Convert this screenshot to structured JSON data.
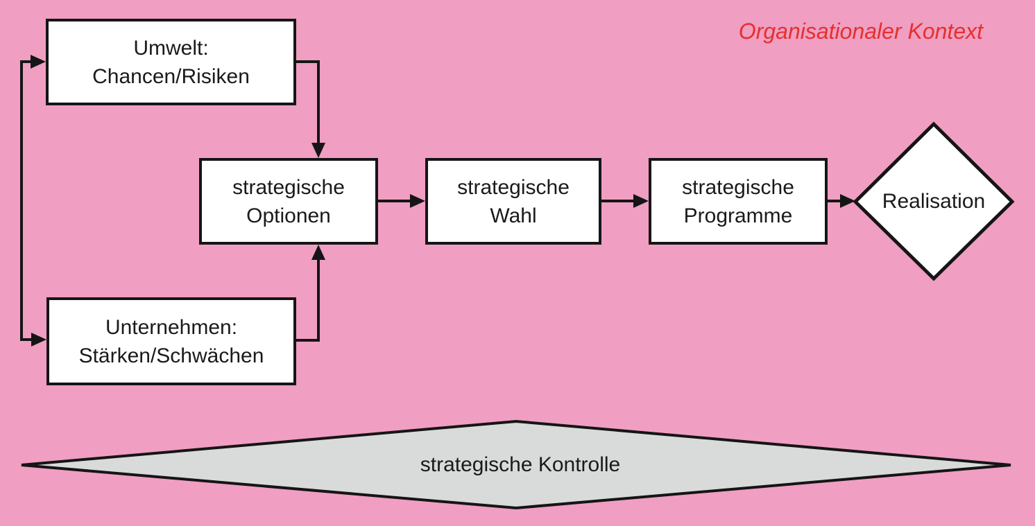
{
  "title": {
    "text": "Organisationaler Kontext"
  },
  "colors": {
    "background": "#f09ec2",
    "box_fill": "#ffffff",
    "line": "#151515",
    "text": "#1a1a1a",
    "accent_red": "#e5302e",
    "kontrolle_fill": "#d9dada"
  },
  "nodes": {
    "umwelt": {
      "line1": "Umwelt:",
      "line2": "Chancen/Risiken"
    },
    "unternehmen": {
      "line1": "Unternehmen:",
      "line2": "Stärken/Schwächen"
    },
    "optionen": {
      "line1": "strategische",
      "line2": "Optionen"
    },
    "wahl": {
      "line1": "strategische",
      "line2": "Wahl"
    },
    "programme": {
      "line1": "strategische",
      "line2": "Programme"
    },
    "realisation": {
      "label": "Realisation"
    },
    "kontrolle": {
      "label": "strategische Kontrolle"
    }
  }
}
